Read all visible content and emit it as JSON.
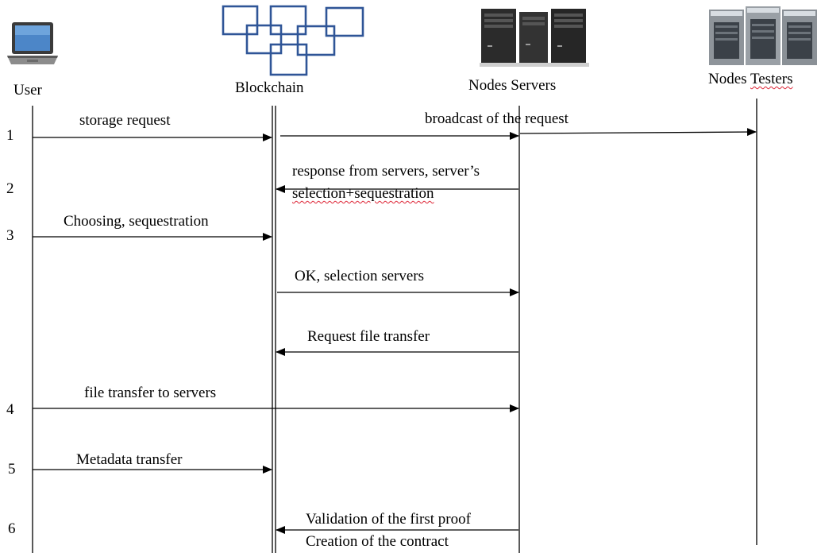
{
  "actors": {
    "user": "User",
    "blockchain": "Blockchain",
    "servers": "Nodes Servers",
    "testers_prefix": "Nodes ",
    "testers_word": "Testers"
  },
  "steps": [
    "1",
    "2",
    "3",
    "4",
    "5",
    "6"
  ],
  "messages": {
    "m1": "storage request",
    "m2": "broadcast of the request",
    "m3_line1": "response from servers, server’s",
    "m3_line2": "selection+sequestration",
    "m4": "Choosing, sequestration",
    "m5": "OK, selection servers",
    "m6": "Request file transfer",
    "m7": "file transfer to servers",
    "m8": "Metadata transfer",
    "m9_line1": "Validation of the first proof",
    "m9_line2": "Creation of the contract"
  },
  "icons": {
    "user": "laptop-icon",
    "blockchain": "blockchain-blocks-icon",
    "servers": "server-towers-icon",
    "testers": "server-rack-icon"
  },
  "colors": {
    "blockchain_blocks": "#2f5597",
    "lines": "#000000",
    "spellcheck_underline": "#dd2222"
  }
}
